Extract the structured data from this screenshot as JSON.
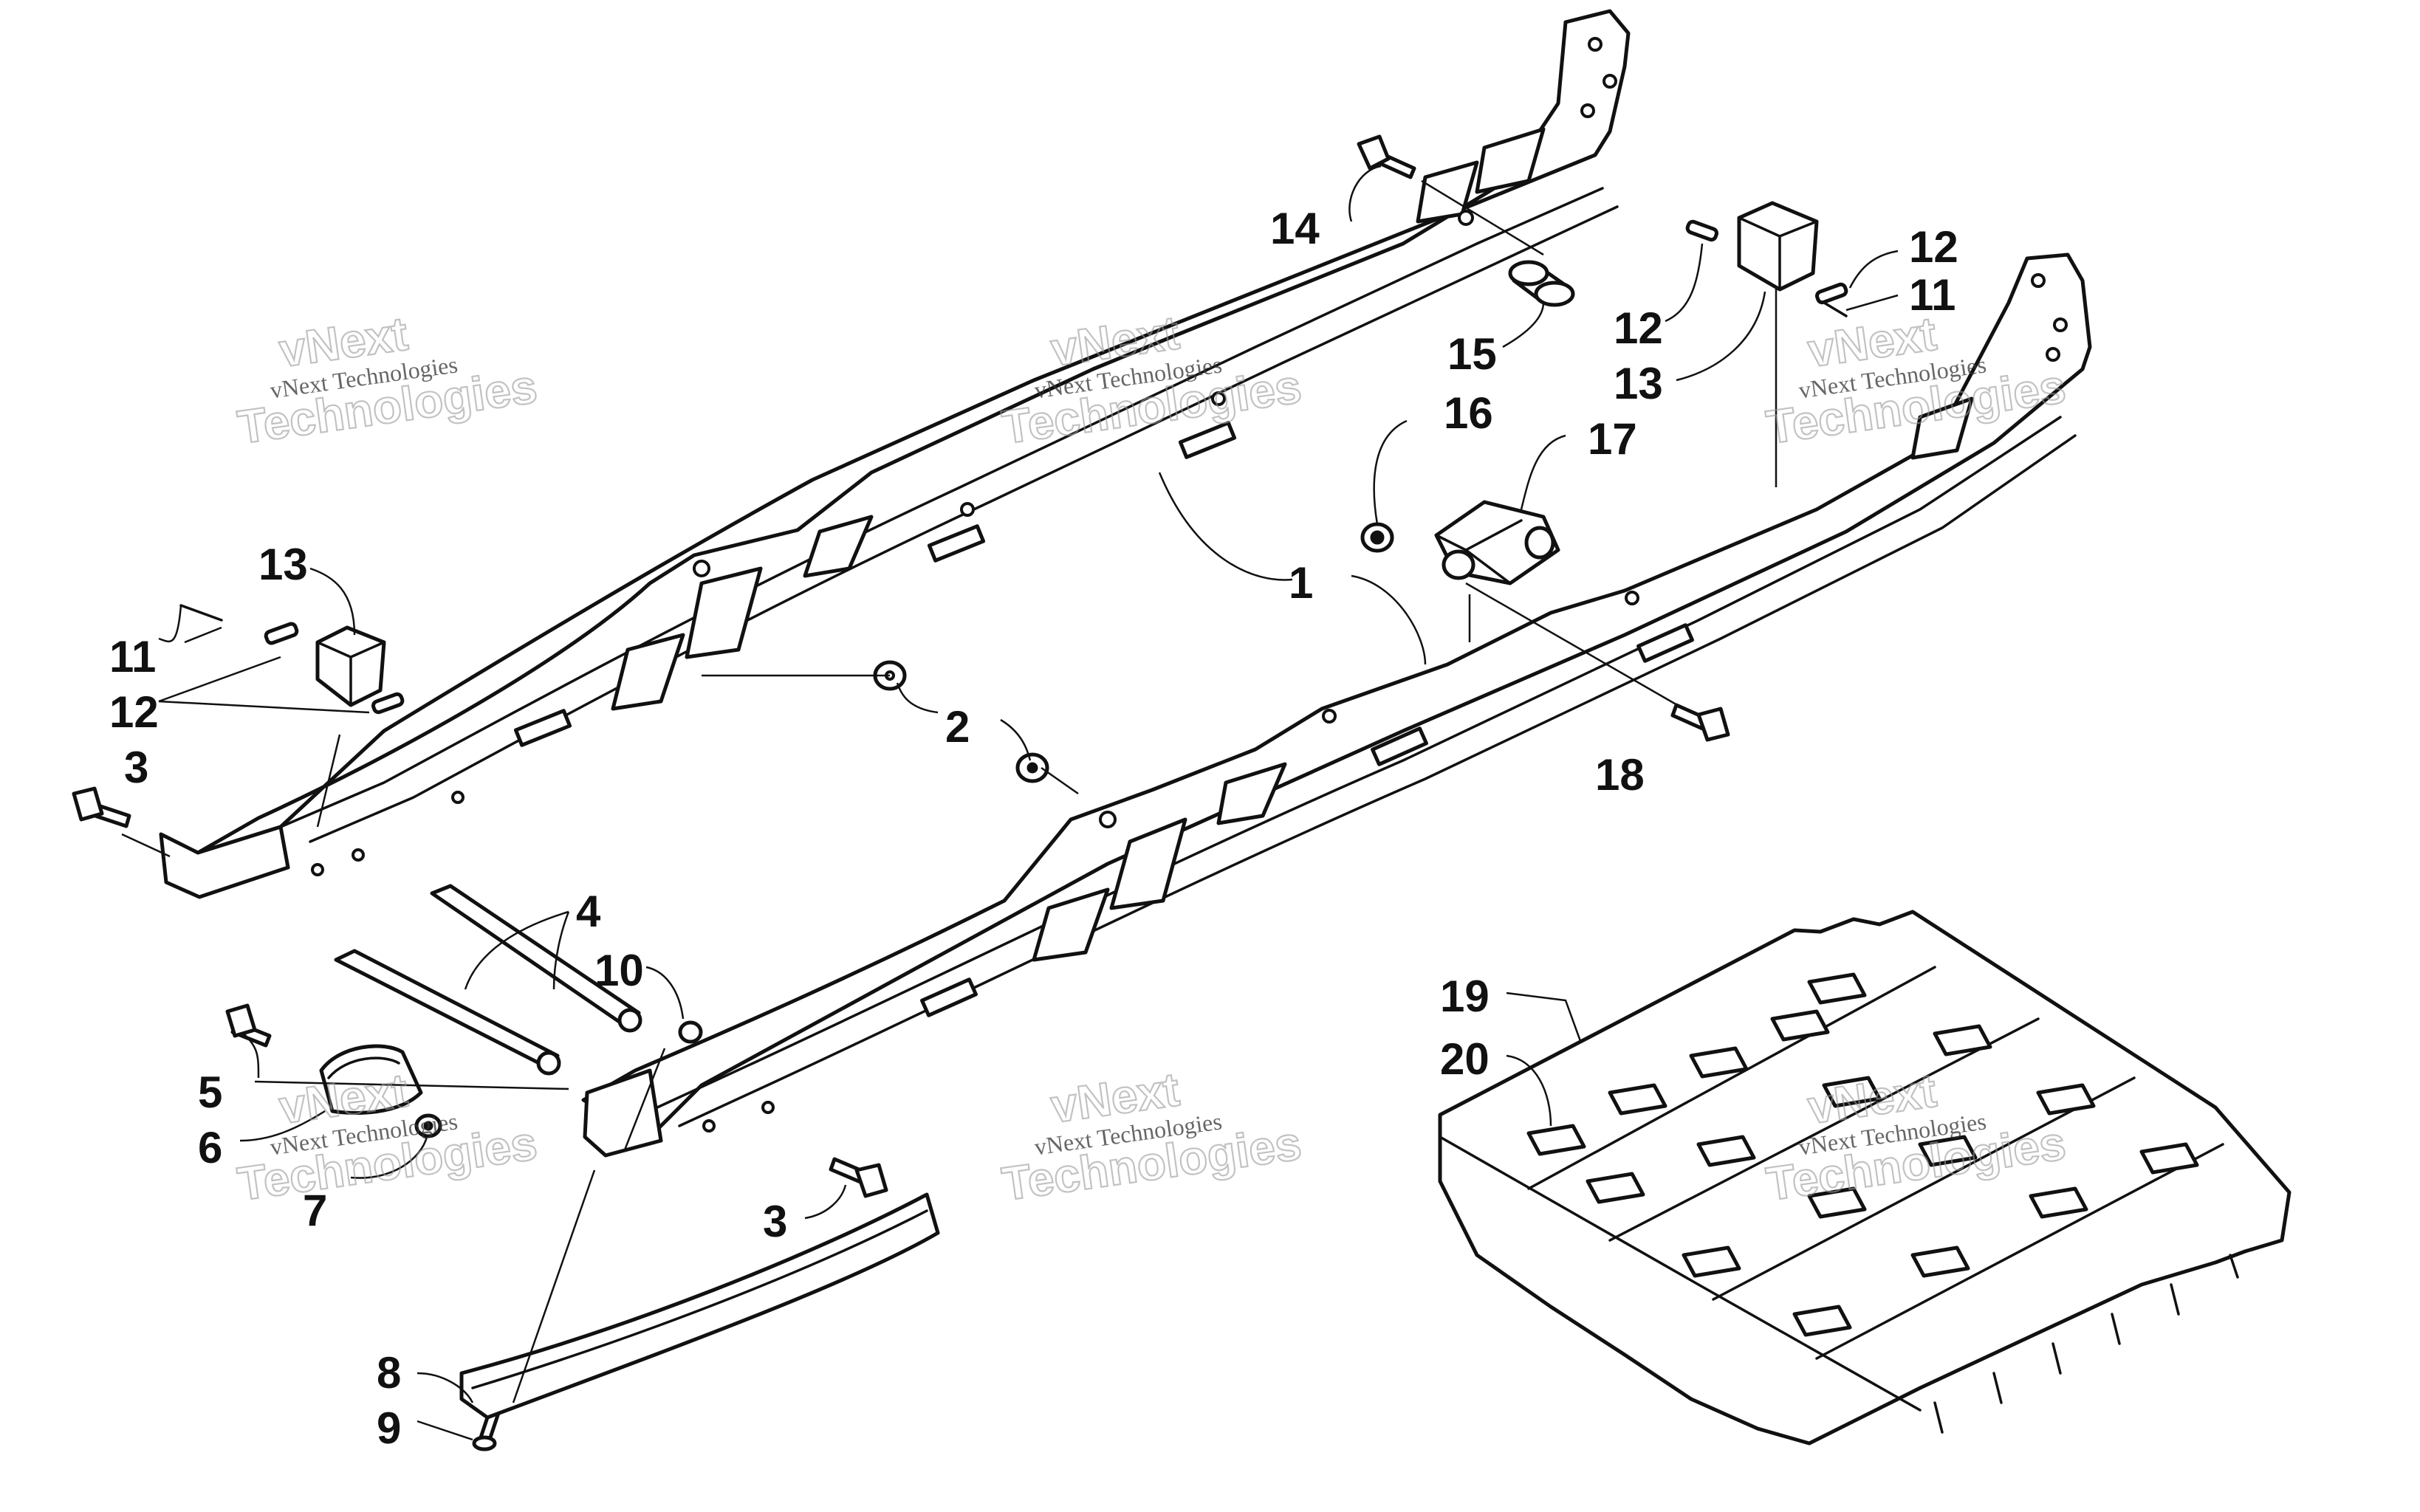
{
  "diagram": {
    "callouts": [
      {
        "id": "c1",
        "label": "1"
      },
      {
        "id": "c2",
        "label": "2"
      },
      {
        "id": "c3a",
        "label": "3"
      },
      {
        "id": "c3b",
        "label": "3"
      },
      {
        "id": "c4",
        "label": "4"
      },
      {
        "id": "c5",
        "label": "5"
      },
      {
        "id": "c6",
        "label": "6"
      },
      {
        "id": "c7",
        "label": "7"
      },
      {
        "id": "c8",
        "label": "8"
      },
      {
        "id": "c9",
        "label": "9"
      },
      {
        "id": "c10",
        "label": "10"
      },
      {
        "id": "c11a",
        "label": "11"
      },
      {
        "id": "c11b",
        "label": "11"
      },
      {
        "id": "c12a",
        "label": "12"
      },
      {
        "id": "c12b",
        "label": "12"
      },
      {
        "id": "c12c",
        "label": "12"
      },
      {
        "id": "c13a",
        "label": "13"
      },
      {
        "id": "c13b",
        "label": "13"
      },
      {
        "id": "c14",
        "label": "14"
      },
      {
        "id": "c15",
        "label": "15"
      },
      {
        "id": "c16",
        "label": "16"
      },
      {
        "id": "c17",
        "label": "17"
      },
      {
        "id": "c18",
        "label": "18"
      },
      {
        "id": "c19",
        "label": "19"
      },
      {
        "id": "c20",
        "label": "20"
      }
    ]
  },
  "watermark": {
    "line1": "vNext",
    "line2": "vNext Technologies",
    "line3": "Technologies"
  }
}
